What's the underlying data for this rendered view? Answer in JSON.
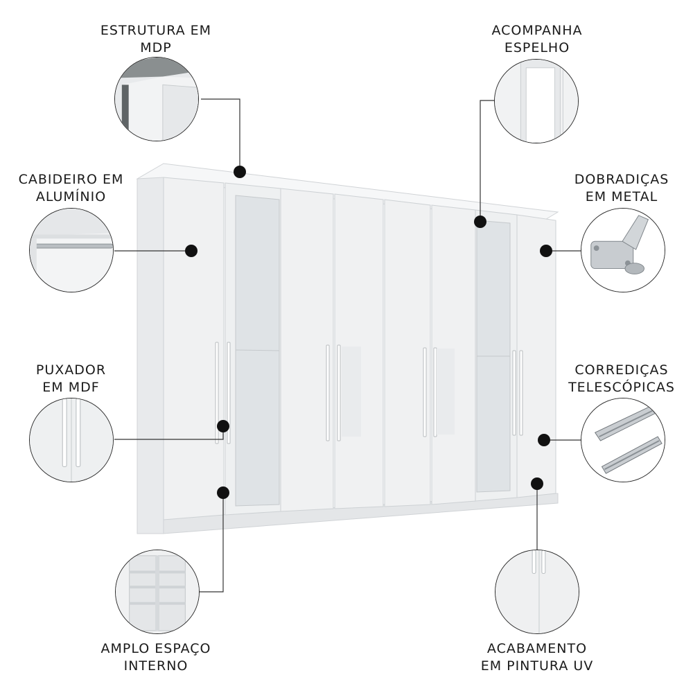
{
  "features": [
    {
      "id": "estrutura",
      "lines": [
        "ESTRUTURA EM",
        "MDP"
      ],
      "icon": "mdp-structure-icon"
    },
    {
      "id": "espelho",
      "lines": [
        "ACOMPANHA",
        "ESPELHO"
      ],
      "icon": "mirror-icon"
    },
    {
      "id": "cabideiro",
      "lines": [
        "CABIDEIRO EM",
        "ALUMÍNIO"
      ],
      "icon": "hanger-rail-icon"
    },
    {
      "id": "dobradicas",
      "lines": [
        "DOBRADIÇAS",
        "EM METAL"
      ],
      "icon": "hinge-icon"
    },
    {
      "id": "puxador",
      "lines": [
        "PUXADOR",
        "EM MDF"
      ],
      "icon": "handle-icon"
    },
    {
      "id": "corredicas",
      "lines": [
        "CORREDIÇAS",
        "TELESCÓPICAS"
      ],
      "icon": "slide-rail-icon"
    },
    {
      "id": "espaco",
      "lines": [
        "AMPLO ESPAÇO",
        "INTERNO"
      ],
      "icon": "shelves-icon"
    },
    {
      "id": "acabamento",
      "lines": [
        "ACABAMENTO",
        "EM PINTURA UV"
      ],
      "icon": "uv-finish-icon"
    }
  ],
  "colors": {
    "furniture": "#eef0f1",
    "outline": "#c9cdd0",
    "mirror": "#dfe3e6",
    "accent": "#111111"
  }
}
